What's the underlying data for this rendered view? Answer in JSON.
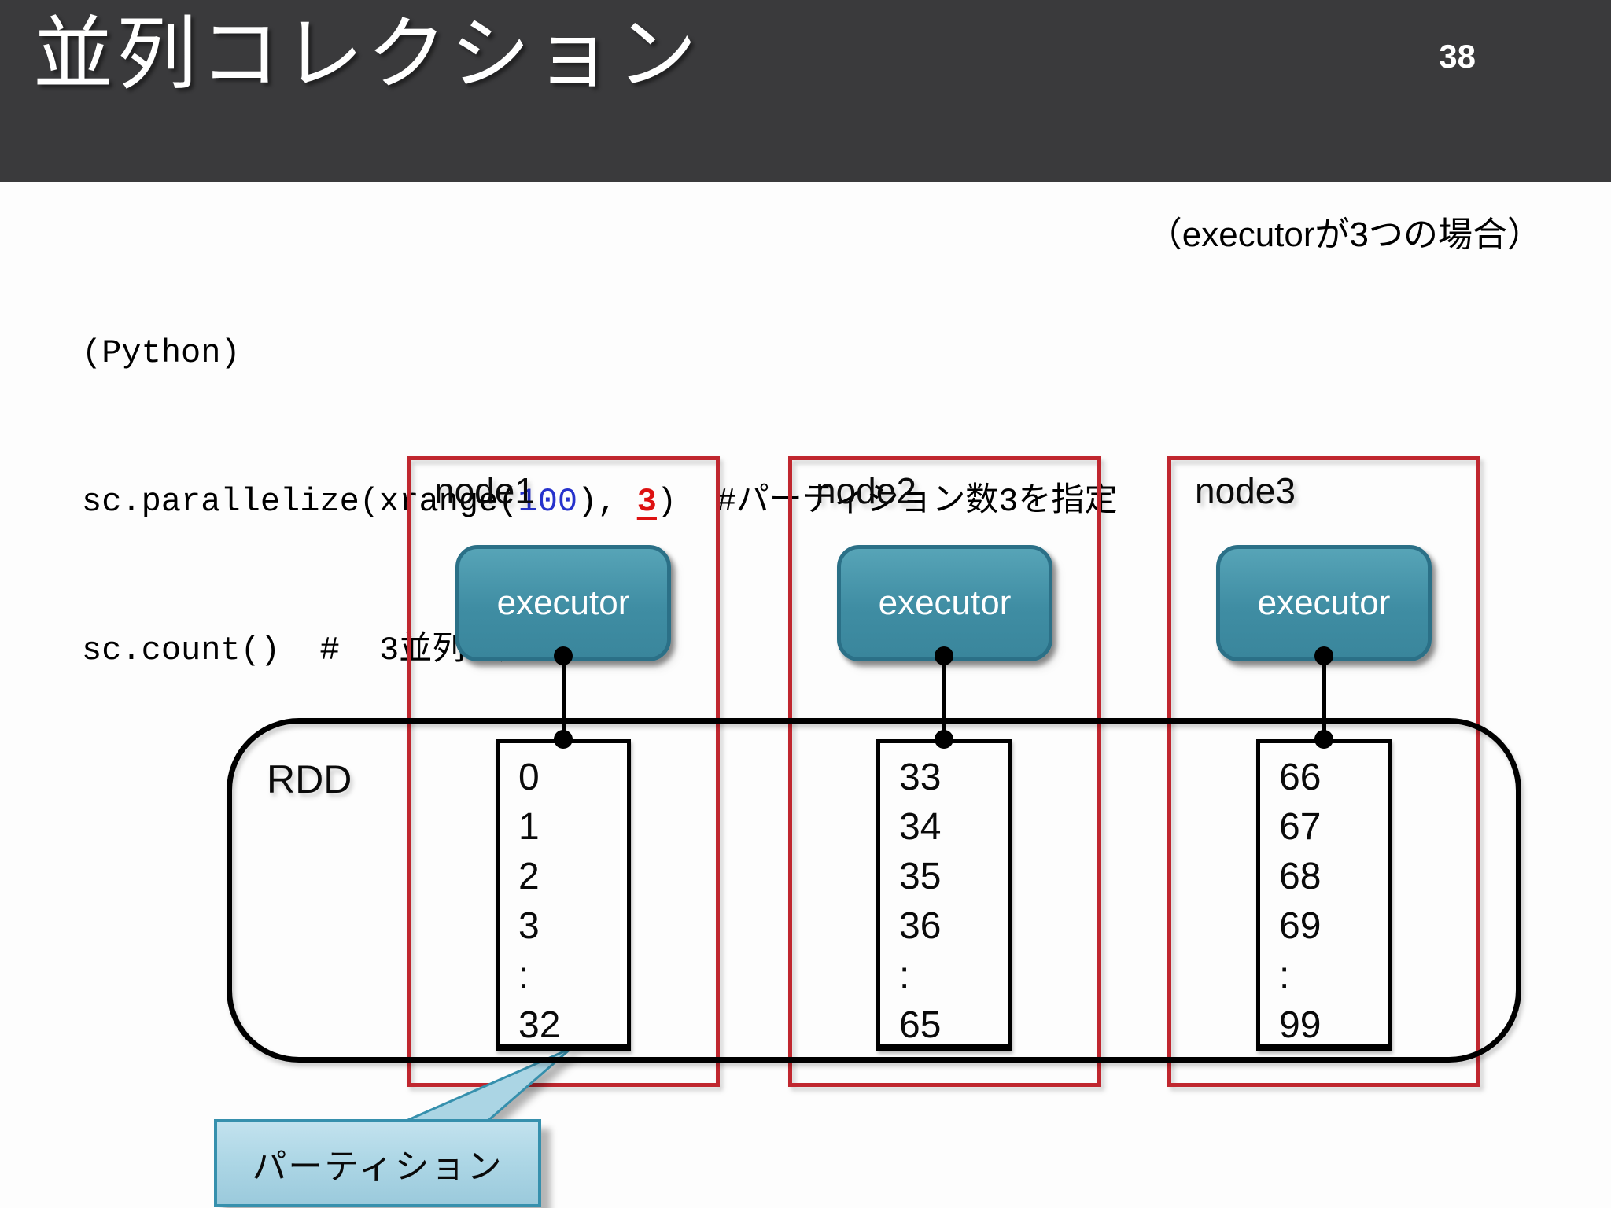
{
  "slide": {
    "title": "並列コレクション",
    "page_number": "38",
    "annotation": "（executorが3つの場合）"
  },
  "code": {
    "line1": "(Python)",
    "line2": {
      "pre": "sc.parallelize(xrange(",
      "arg_range": "100",
      "mid": "), ",
      "arg_partitions": "3",
      "post": ")  ",
      "comment": "#パーティション数3を指定"
    },
    "line3": "sc.count()  #  3並列で処理される"
  },
  "diagram": {
    "rdd_label": "RDD",
    "executor_label": "executor",
    "callout_label": "パーティション",
    "nodes": [
      {
        "label": "node1",
        "partition_values": [
          "0",
          "1",
          "2",
          "3",
          ":",
          "32"
        ]
      },
      {
        "label": "node2",
        "partition_values": [
          "33",
          "34",
          "35",
          "36",
          ":",
          "65"
        ]
      },
      {
        "label": "node3",
        "partition_values": [
          "66",
          "67",
          "68",
          "69",
          ":",
          "99"
        ]
      }
    ]
  },
  "colors": {
    "header_bg": "#3a3a3c",
    "node_border_red": "#c0272f",
    "executor_fill_teal": "#3f8da3",
    "executor_border": "#2b7087",
    "callout_fill": "#aed7e6",
    "callout_border": "#3690ad",
    "code_number_blue": "#2632cc",
    "code_partition_red": "#dd1111"
  }
}
